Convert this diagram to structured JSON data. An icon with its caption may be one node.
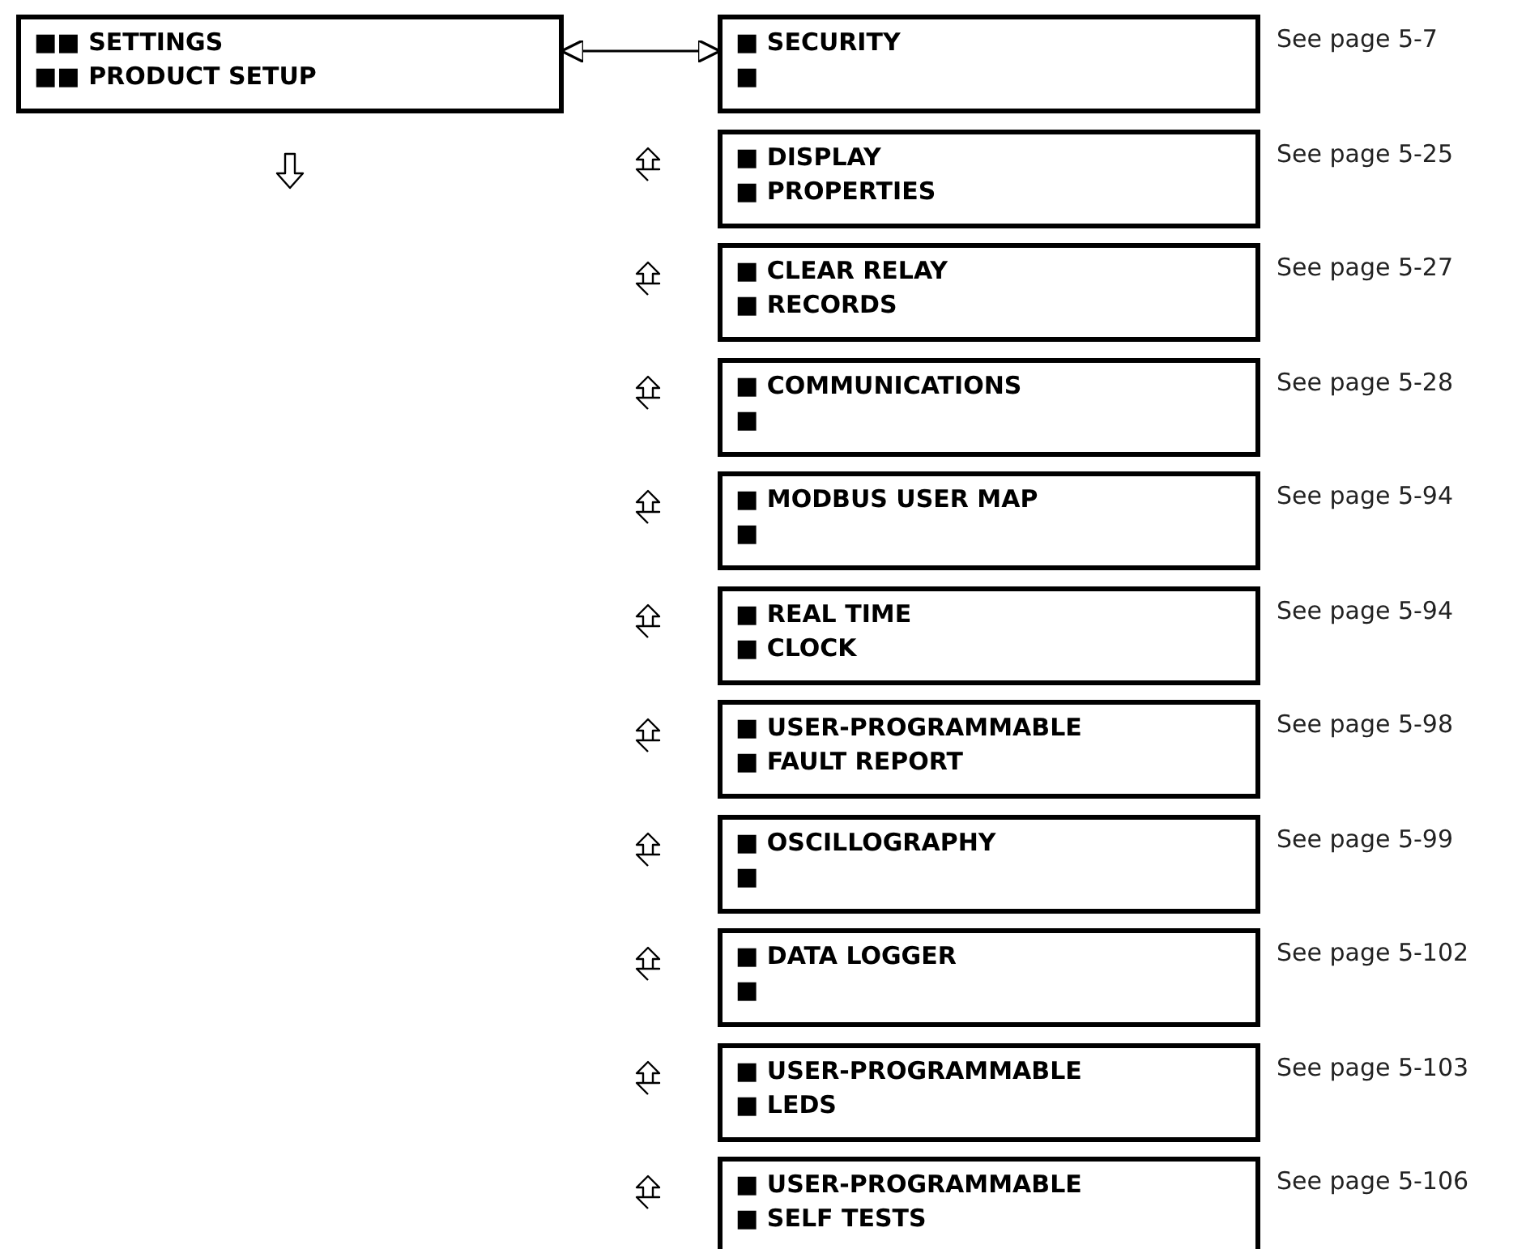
{
  "diagram": {
    "nodes": [
      {
        "text": [
          "■■ SETTINGS",
          "■■ PRODUCT SETUP"
        ]
      },
      {
        "text": [
          "■ SECURITY",
          "■"
        ],
        "beside": [
          "See page 5-7"
        ]
      },
      {
        "text": [
          "■ DISPLAY",
          "■ PROPERTIES"
        ],
        "beside": [
          "See page 5-25"
        ]
      },
      {
        "text": [
          "■ CLEAR RELAY",
          "■ RECORDS"
        ],
        "beside": [
          "See page 5-27"
        ]
      },
      {
        "text": [
          "■ COMMUNICATIONS",
          "■"
        ],
        "beside": [
          "See page 5-28"
        ]
      },
      {
        "text": [
          "■ MODBUS USER MAP",
          "■"
        ],
        "beside": [
          "See page 5-94"
        ]
      },
      {
        "text": [
          "■ REAL TIME",
          "■ CLOCK"
        ],
        "beside": [
          "See page 5-94"
        ]
      },
      {
        "text": [
          "■ USER-PROGRAMMABLE",
          "■ FAULT REPORT"
        ],
        "beside": [
          "See page 5-98"
        ]
      },
      {
        "text": [
          "■ OSCILLOGRAPHY",
          "■"
        ],
        "beside": [
          "See page 5-99"
        ]
      },
      {
        "text": [
          "■ DATA LOGGER",
          "■"
        ],
        "beside": [
          "See page 5-102"
        ]
      },
      {
        "text": [
          "■ USER-PROGRAMMABLE",
          "■ LEDS"
        ],
        "beside": [
          "See page 5-103"
        ]
      },
      {
        "text": [
          "■ USER-PROGRAMMABLE",
          "■ SELF TESTS"
        ],
        "beside": [
          "See page 5-106"
        ]
      }
    ],
    "edges": [
      {
        "from": 0,
        "to": 1,
        "arrow": "both"
      }
    ]
  }
}
